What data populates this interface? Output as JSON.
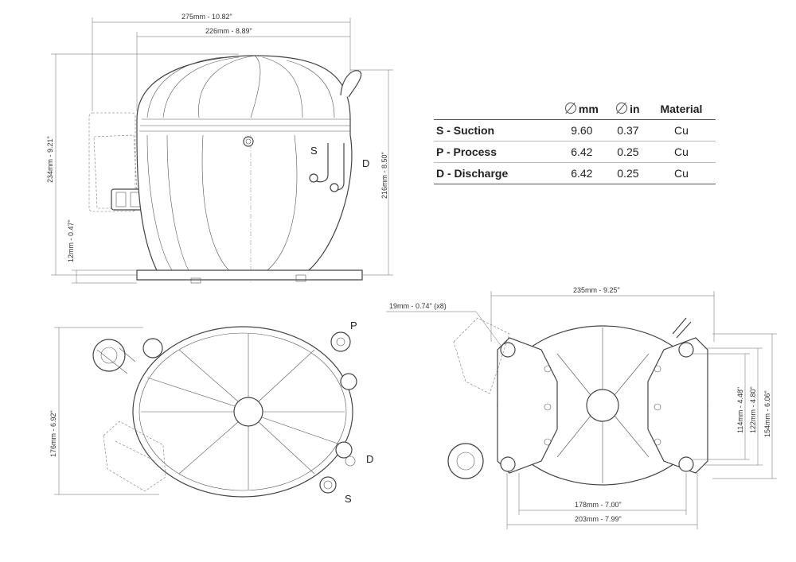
{
  "dimensions": {
    "total_width": "275mm - 10.82\"",
    "body_width": "226mm - 8.89\"",
    "total_height": "234mm - 9.21\"",
    "tube_height": "216mm - 8.50\"",
    "foot_height": "12mm - 0.47\"",
    "base_depth": "176mm - 6.92\"",
    "mount_hole": "19mm - 0.74\" (x8)",
    "mount_span_outer": "235mm - 9.25\"",
    "mount_spacing_1": "178mm - 7.00\"",
    "mount_spacing_2": "203mm - 7.99\"",
    "mount_depth_1": "114mm - 4.48\"",
    "mount_depth_2": "122mm - 4.80\"",
    "mount_depth_3": "154mm - 6.06\""
  },
  "port_labels": {
    "suction": "S",
    "process": "P",
    "discharge": "D"
  },
  "connections_table": {
    "headers": [
      "",
      "mm",
      "in",
      "Material"
    ],
    "diameter_icon": "diameter-symbol",
    "rows": [
      {
        "label": "S - Suction",
        "mm": "9.60",
        "in": "0.37",
        "material": "Cu"
      },
      {
        "label": "P - Process",
        "mm": "6.42",
        "in": "0.25",
        "material": "Cu"
      },
      {
        "label": "D - Discharge",
        "mm": "6.42",
        "in": "0.25",
        "material": "Cu"
      }
    ]
  }
}
